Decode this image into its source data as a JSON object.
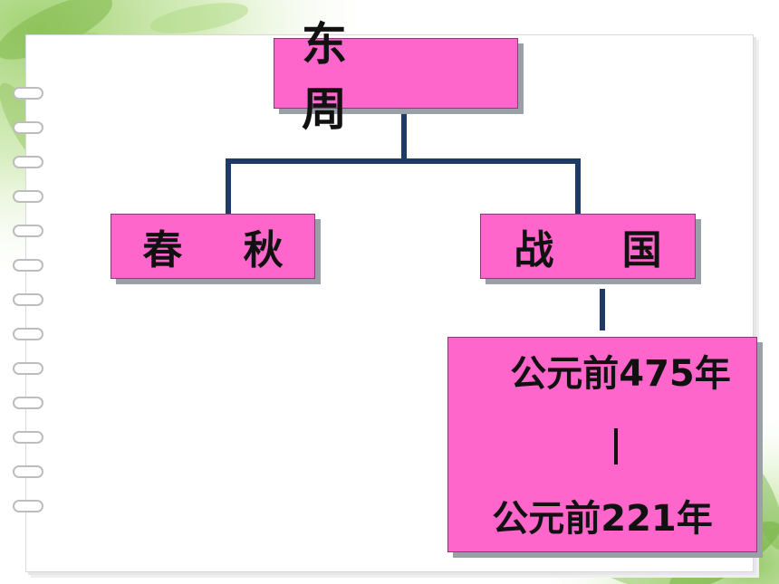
{
  "diagram": {
    "root": {
      "label": "东 周"
    },
    "children": [
      {
        "label": "春 秋"
      },
      {
        "label": "战 国"
      }
    ],
    "period": {
      "start": "公元前475年",
      "end": "公元前221年"
    }
  },
  "colors": {
    "box_fill": "#ff66cc",
    "connector": "#1f3a64",
    "shadow": "#9aa0a8"
  }
}
